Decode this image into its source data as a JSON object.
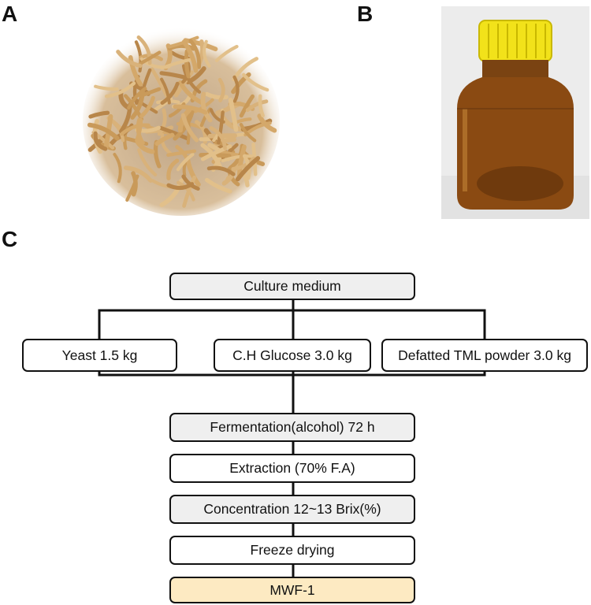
{
  "panels": {
    "a": "A",
    "b": "B",
    "c": "C"
  },
  "flow": {
    "root": "Culture medium",
    "ingredients": [
      "Yeast 1.5 kg",
      "C.H Glucose 3.0 kg",
      "Defatted TML powder 3.0 kg"
    ],
    "steps": [
      "Fermentation(alcohol) 72 h",
      "Extraction (70% F.A)",
      "Concentration 12~13 Brix(%)",
      "Freeze drying"
    ],
    "product": "MWF-1"
  },
  "colors": {
    "shaded_box": "#efefef",
    "final_box": "#fdeac2",
    "line": "#111111",
    "cap": "#f2e21a",
    "liquid": "#8a4a12"
  }
}
